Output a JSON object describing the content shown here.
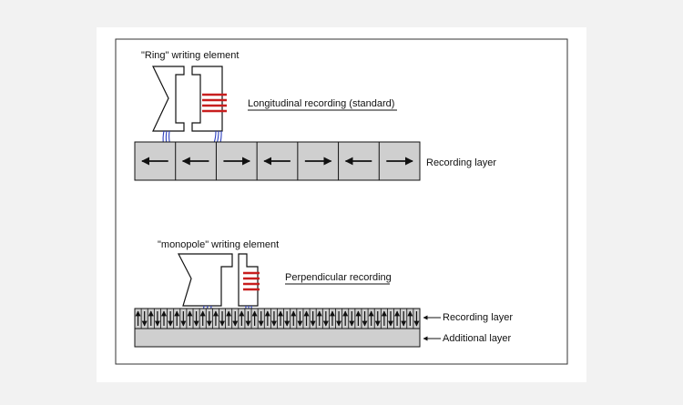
{
  "colors": {
    "page_background": "#f2f2f2",
    "panel_background": "#ffffff",
    "panel_border": "#333333",
    "layer_fill": "#cfcfcf",
    "coil": "#c81e1e",
    "flux_lines": "#2b3fbf",
    "outline": "#111111"
  },
  "longitudinal": {
    "head_label": "\"Ring\" writing element",
    "method_label": "Longitudinal recording (standard)",
    "layer_label": "Recording layer",
    "head_icon": "ring-head-icon",
    "domains": [
      "left",
      "left",
      "right",
      "left",
      "right",
      "left",
      "right"
    ]
  },
  "perpendicular": {
    "head_label": "\"monopole\" writing element",
    "method_label": "Perpendicular recording",
    "recording_layer_label": "Recording layer",
    "additional_layer_label": "Additional layer",
    "head_icon": "monopole-head-icon",
    "domains": [
      "up",
      "down",
      "up",
      "down",
      "up",
      "down",
      "up",
      "down",
      "up",
      "down",
      "up",
      "down",
      "up",
      "down",
      "up",
      "down",
      "up",
      "down",
      "up",
      "down",
      "up",
      "down",
      "up",
      "down",
      "up",
      "down",
      "up",
      "down",
      "up",
      "down",
      "up",
      "down",
      "up",
      "down",
      "up",
      "down",
      "up",
      "down",
      "up",
      "down",
      "up",
      "down",
      "up",
      "down"
    ]
  }
}
